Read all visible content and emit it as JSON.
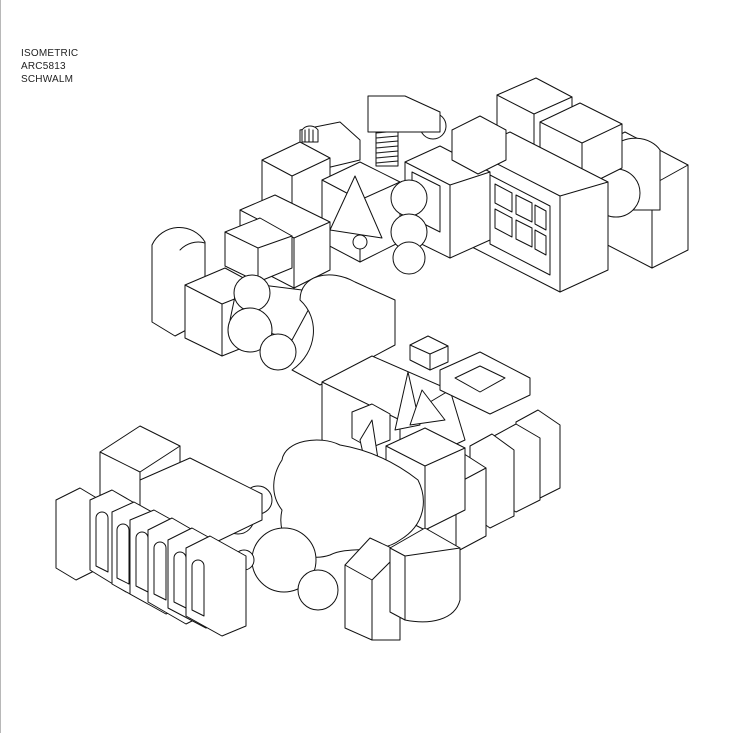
{
  "caption": {
    "line1": "ISOMETRIC",
    "line2": "ARC5813",
    "line3": "SCHWALM"
  },
  "colors": {
    "background": "#ffffff",
    "linework": "#111111",
    "page_edge": "#b8b8b8"
  }
}
